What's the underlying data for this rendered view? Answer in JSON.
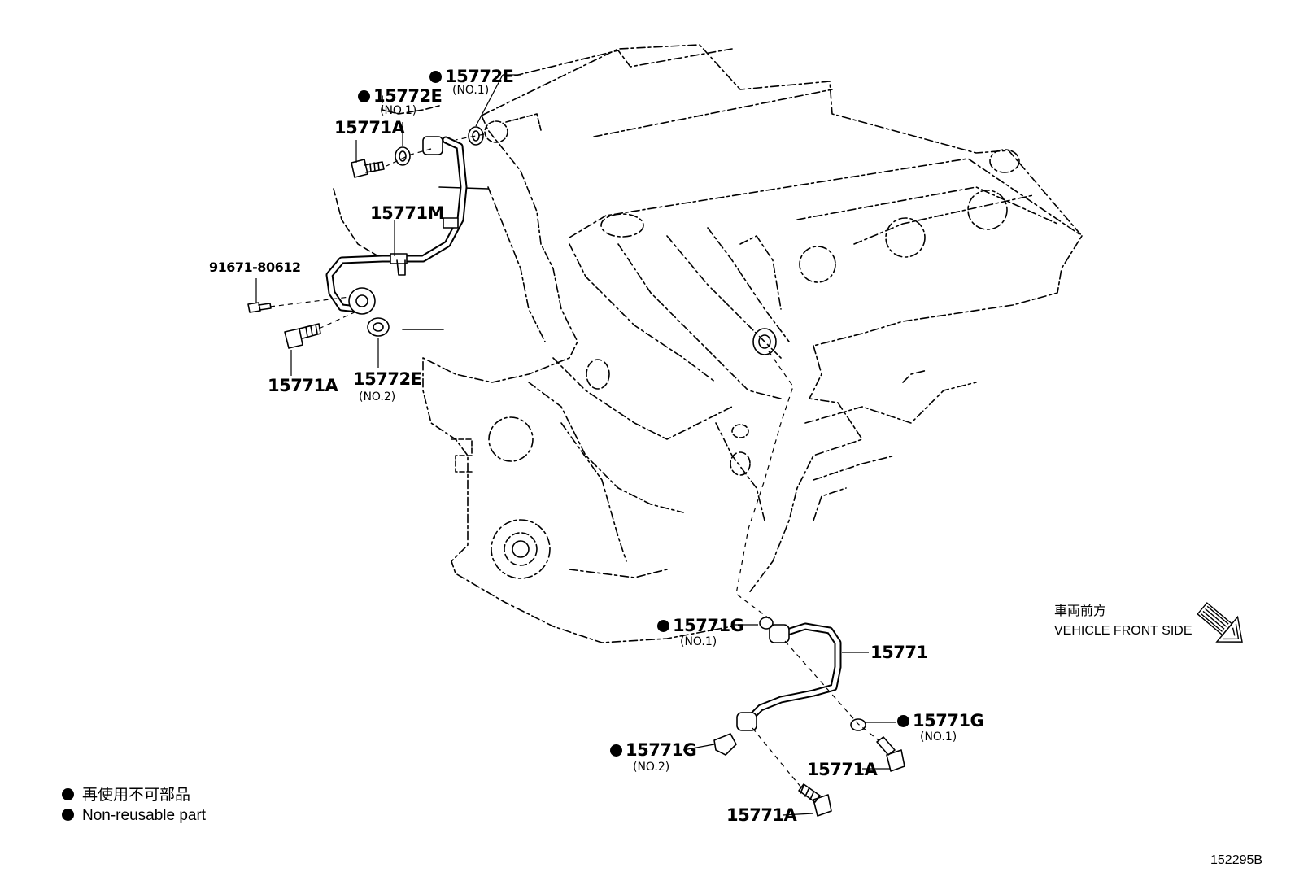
{
  "parts": {
    "p15772e_top": "15772E",
    "p15772e_top_note": "(NO.1)",
    "p15772e_mid": "15772E",
    "p15772e_mid_note": "(NO.1)",
    "p15771a_upper": "15771A",
    "p15771m": "15771M",
    "p91671": "91671-80612",
    "p15771a_left": "15771A",
    "p15772e_no2": "15772E",
    "p15772e_no2_note": "(NO.2)",
    "p15771g_left": "15771G",
    "p15771g_left_note": "(NO.1)",
    "p15771": "15771",
    "p15771g_right": "15771G",
    "p15771g_right_note": "(NO.1)",
    "p15771g_no2": "15771G",
    "p15771g_no2_note": "(NO.2)",
    "p15771a_lower_right": "15771A",
    "p15771a_bottom": "15771A"
  },
  "front_direction": {
    "japanese": "車両前方",
    "english": "VEHICLE FRONT SIDE",
    "icon": "arrow-down-right-icon"
  },
  "legend": {
    "japanese": "再使用不可部品",
    "english": "Non-reusable part",
    "icon": "filled-dot-icon"
  },
  "figure_number": "152295B",
  "colors": {
    "line": "#000000",
    "background": "#ffffff"
  }
}
